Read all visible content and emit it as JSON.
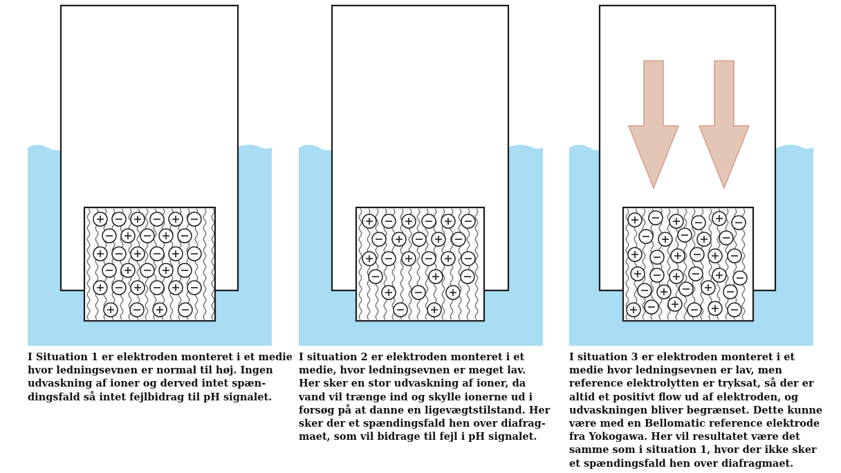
{
  "colors": {
    "water": "#a8ddf3",
    "outline": "#1a1a1a",
    "arrow_fill": "#e4c6b6",
    "arrow_stroke": "#d59a86",
    "diaphragm_wave": "#7a7a7a"
  },
  "icons": {
    "positive_ion": "plus-circle-icon",
    "negative_ion": "minus-circle-icon",
    "pressure_arrow": "down-arrow-icon"
  },
  "panels": [
    {
      "id": "situation-1",
      "arrows": false,
      "caption_lines": [
        "I Situation 1 er elektroden monteret i et medie",
        "hvor ledningsevnen er normal til høj. Ingen",
        "udvaskning af ioner og derved intet spæn-",
        "dingsfald så intet fejlbidrag til pH signalet."
      ]
    },
    {
      "id": "situation-2",
      "arrows": false,
      "caption_lines": [
        "I situation 2 er elektroden monteret i et",
        "medie, hvor ledningsevnen er meget lav.",
        "Her sker en stor udvaskning af ioner, da",
        "vand vil trænge ind og skylle ionerne ud i",
        "forsøg på at danne en ligevægtstilstand. Her",
        "sker der et spændingsfald hen over diafrag-",
        "maet, som vil bidrage til fejl i pH signalet."
      ]
    },
    {
      "id": "situation-3",
      "arrows": true,
      "caption_lines": [
        "I situation 3 er elektroden monteret i et",
        "medie hvor ledningsevnen er lav, men",
        "reference elektrolytten er tryksat, så der er",
        "altid et positivt flow ud af elektroden, og",
        "udvaskningen bliver begrænset. Dette kunne",
        "være med en Bellomatic reference elektrode",
        "fra Yokogawa. Her vil resultatet være det",
        "samme som i situation 1, hvor der ikke sker",
        "et spændingsfald hen over diafragmaet."
      ]
    }
  ]
}
